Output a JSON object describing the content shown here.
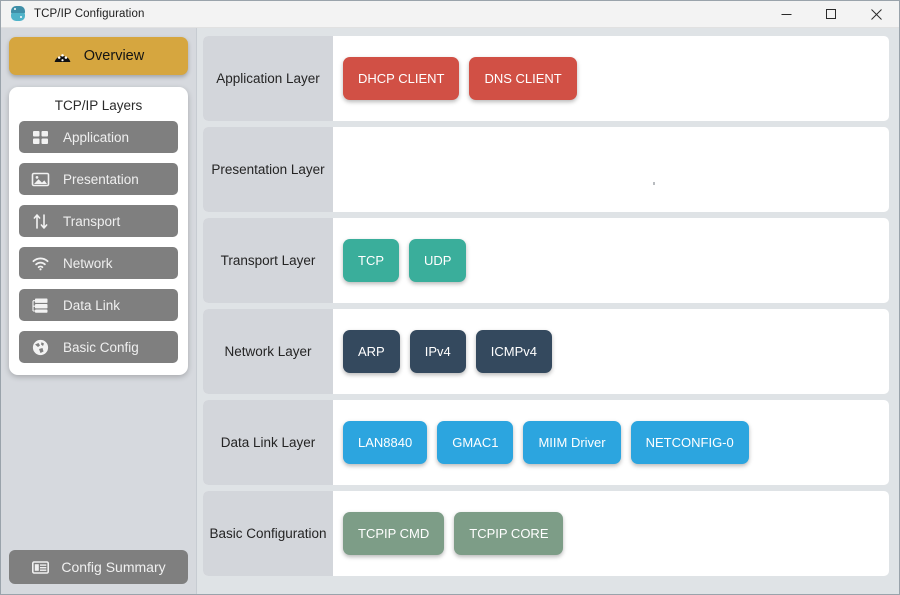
{
  "window": {
    "title": "TCP/IP Configuration",
    "app_icon": "python-logo-icon",
    "controls": {
      "minimize": "minimize-icon",
      "maximize": "maximize-icon",
      "close": "close-icon"
    }
  },
  "sidebar": {
    "overview": {
      "label": "Overview",
      "icon": "dashboard-gauge-icon",
      "color": "#d6a63f"
    },
    "layers_card": {
      "title": "TCP/IP Layers",
      "items": [
        {
          "label": "Application",
          "icon": "grid-icon"
        },
        {
          "label": "Presentation",
          "icon": "image-icon"
        },
        {
          "label": "Transport",
          "icon": "arrows-up-down-icon"
        },
        {
          "label": "Network",
          "icon": "wifi-icon"
        },
        {
          "label": "Data Link",
          "icon": "server-icon"
        },
        {
          "label": "Basic Config",
          "icon": "globe-icon"
        }
      ]
    },
    "summary": {
      "label": "Config Summary",
      "icon": "list-panel-icon"
    }
  },
  "main": {
    "rows": [
      {
        "label": "Application Layer",
        "chip_color": "#d15045",
        "chips": [
          "DHCP CLIENT",
          "DNS CLIENT"
        ]
      },
      {
        "label": "Presentation Layer",
        "chip_color": "#d15045",
        "chips": []
      },
      {
        "label": "Transport Layer",
        "chip_color": "#3aae9b",
        "chips": [
          "TCP",
          "UDP"
        ]
      },
      {
        "label": "Network Layer",
        "chip_color": "#34495e",
        "chips": [
          "ARP",
          "IPv4",
          "ICMPv4"
        ]
      },
      {
        "label": "Data Link Layer",
        "chip_color": "#2ca5df",
        "chips": [
          "LAN8840",
          "GMAC1",
          "MIIM Driver",
          "NETCONFIG-0"
        ]
      },
      {
        "label": "Basic Configuration",
        "chip_color": "#7d9d87",
        "chips": [
          "TCPIP CMD",
          "TCPIP CORE"
        ]
      }
    ]
  },
  "colors": {
    "titlebar_bg": "#f3f3f3",
    "sidebar_bg": "#d6d9de",
    "main_bg": "#dfe3e6",
    "row_label_bg": "#d3d6db",
    "layer_btn_bg": "#7f7f7f"
  }
}
